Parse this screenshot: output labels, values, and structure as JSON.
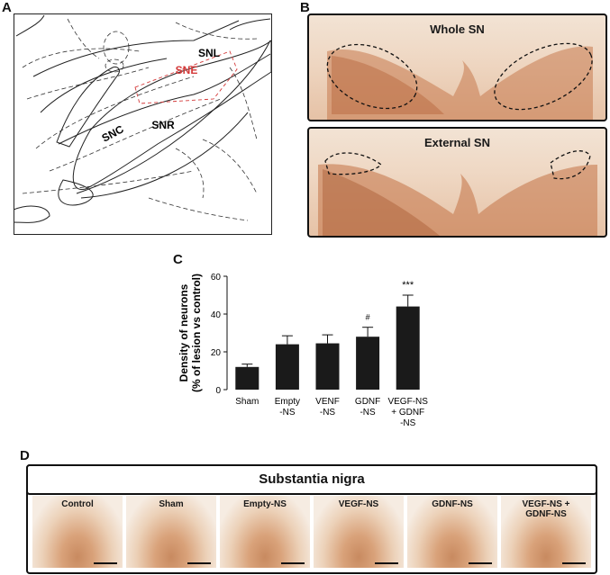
{
  "panels": {
    "a": "A",
    "b": "B",
    "c": "C",
    "d": "D"
  },
  "panel_a": {
    "labels": {
      "snl": "SNL",
      "sne": "SNE",
      "snc": "SNC",
      "snr": "SNR"
    },
    "colors": {
      "sne": "#d43a3a"
    }
  },
  "panel_b": {
    "top_title": "Whole SN",
    "bottom_title": "External SN"
  },
  "chart_data": {
    "type": "bar",
    "categories": [
      "Sham",
      "Empty\n-NS",
      "VENF\n-NS",
      "GDNF\n-NS",
      "VEGF-NS\n+ GDNF\n-NS"
    ],
    "values": [
      12,
      24,
      24.5,
      28,
      44
    ],
    "errors": [
      1.5,
      4.5,
      4.5,
      5,
      6
    ],
    "annotations": [
      "",
      "",
      "",
      "#",
      "***"
    ],
    "ylabel": "Density  of neurons\n(% of lesion vs control)",
    "ylim": [
      0,
      60
    ],
    "yticks": [
      0,
      20,
      40,
      60
    ],
    "bar_color": "#1a1a1a"
  },
  "panel_d": {
    "title": "Substantia nigra",
    "tiles": [
      "Control",
      "Sham",
      "Empty-NS",
      "VEGF-NS",
      "GDNF-NS",
      "VEGF-NS +\nGDNF-NS"
    ]
  }
}
